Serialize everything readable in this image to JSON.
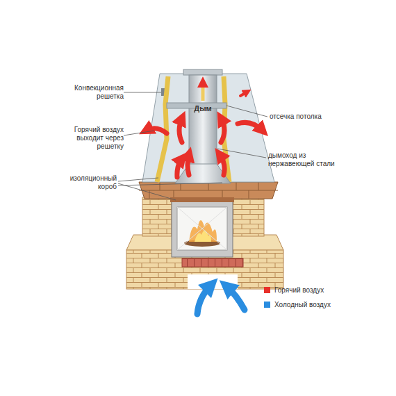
{
  "diagram": {
    "labels": [
      "Конвекционная решетка",
      "Дым",
      "отсечка потолка",
      "Горячий воздух выходит через решетку",
      "дымоход из нержавеющей стали",
      "изоляционный короб"
    ],
    "legend": [
      {
        "text": "Горячий воздух",
        "color": "#e8302a"
      },
      {
        "text": "Холодный воздух",
        "color": "#2a8de0"
      }
    ]
  }
}
